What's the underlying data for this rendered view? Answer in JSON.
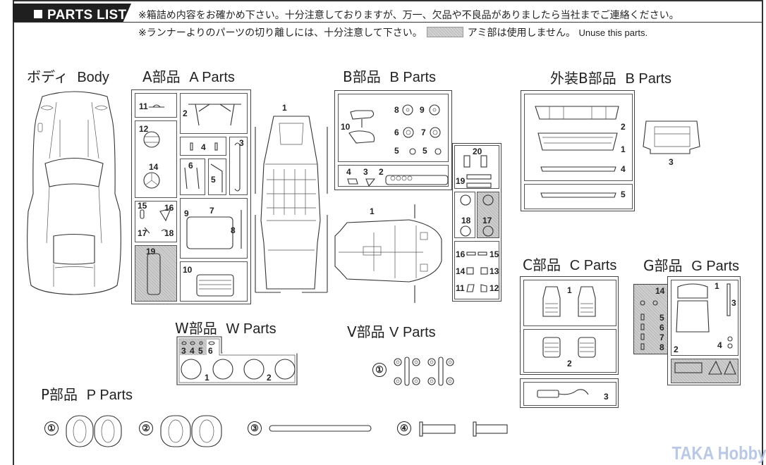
{
  "header": {
    "title": "PARTS LIST",
    "notice_line1": "※箱詰め内容をお確かめ下さい。十分注意しておりますが、万一、欠品や不良品がありましたら当社までご連絡ください。",
    "notice_line2_prefix": "※ランナーよりのパーツの切り離しには、十分注意して下さい。",
    "notice_line2_suffix": "アミ部は使用しません。",
    "notice_line2_en": "Unuse this parts."
  },
  "sections": {
    "body": {
      "jp": "ボディ",
      "en": "Body"
    },
    "a_parts": {
      "jp": "A部品",
      "en": "A Parts",
      "numbers": [
        "11",
        "2",
        "12",
        "4",
        "3",
        "14",
        "6",
        "5",
        "15",
        "16",
        "9",
        "7",
        "8",
        "17",
        "18",
        "19",
        "10",
        "1"
      ]
    },
    "b_parts": {
      "jp": "B部品",
      "en": "B Parts",
      "numbers": [
        "8",
        "9",
        "10",
        "6",
        "7",
        "5",
        "5",
        "4",
        "3",
        "2",
        "20",
        "19",
        "1",
        "18",
        "17",
        "16",
        "15",
        "14",
        "13",
        "11",
        "12"
      ]
    },
    "ext_b_parts": {
      "jp": "外装B部品",
      "en": "B Parts",
      "numbers": [
        "2",
        "1",
        "4",
        "5",
        "3"
      ]
    },
    "c_parts": {
      "jp": "C部品",
      "en": "C Parts",
      "numbers": [
        "1",
        "2",
        "3"
      ]
    },
    "g_parts": {
      "jp": "G部品",
      "en": "G Parts",
      "numbers": [
        "14",
        "1",
        "3",
        "5",
        "6",
        "7",
        "8",
        "4",
        "2"
      ]
    },
    "w_parts": {
      "jp": "W部品",
      "en": "W Parts",
      "numbers": [
        "3",
        "4",
        "5",
        "6",
        "1",
        "2"
      ]
    },
    "v_parts": {
      "jp": "V部品",
      "en": "V Parts",
      "numbers": [
        "①"
      ]
    },
    "p_parts": {
      "jp": "P部品",
      "en": "P Parts",
      "numbers": [
        "①",
        "②",
        "③",
        "④"
      ]
    }
  },
  "legend": {
    "unused_shading_color": "#c9c9c9"
  },
  "watermark": "TAKA Hobby"
}
